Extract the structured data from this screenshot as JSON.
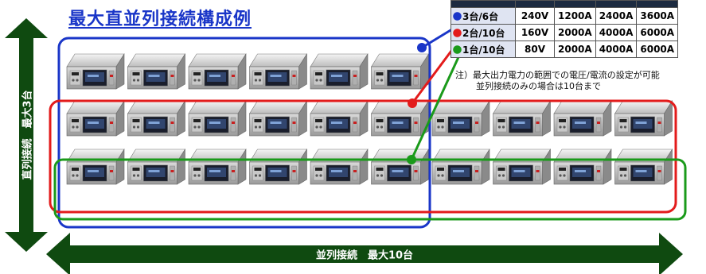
{
  "title": "最大直並列接続構成例",
  "table": {
    "rows": [
      {
        "label": "3台/6台",
        "voltage": "240V",
        "c1": "1200A",
        "c2": "2400A",
        "c3": "3600A",
        "color": "#1a36c8"
      },
      {
        "label": "2台/10台",
        "voltage": "160V",
        "c1": "2000A",
        "c2": "4000A",
        "c3": "6000A",
        "color": "#e31b1b"
      },
      {
        "label": "1台/10台",
        "voltage": "80V",
        "c1": "2000A",
        "c2": "4000A",
        "c3": "6000A",
        "color": "#1a9a1a"
      }
    ]
  },
  "note": {
    "line1": "注）最大出力電力の範囲での電圧/電流の設定が可能",
    "line2": "並列接続のみの場合は10台まで"
  },
  "series_label": "直列接続　最大3台",
  "parallel_label": "並列接続　最大10台",
  "colors": {
    "arrow": "#0f4a10",
    "blue": "#1a36c8",
    "red": "#e31b1b",
    "green": "#1a9a1a"
  }
}
